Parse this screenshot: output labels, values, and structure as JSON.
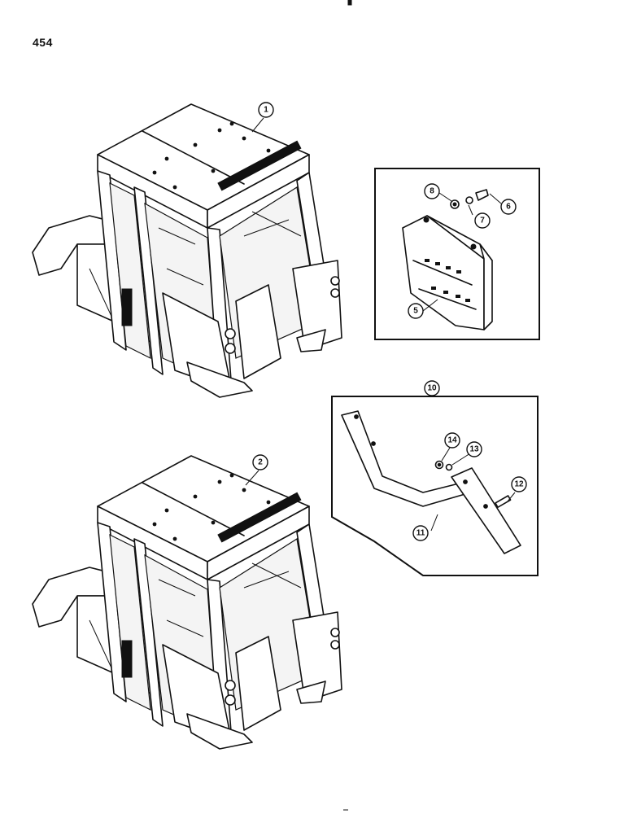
{
  "page": {
    "number": "454"
  },
  "callouts": [
    {
      "id": "c1",
      "label": "1"
    },
    {
      "id": "c2",
      "label": "2"
    },
    {
      "id": "c5",
      "label": "5"
    },
    {
      "id": "c6",
      "label": "6"
    },
    {
      "id": "c7",
      "label": "7"
    },
    {
      "id": "c8",
      "label": "8"
    },
    {
      "id": "c10",
      "label": "10"
    },
    {
      "id": "c11",
      "label": "11"
    },
    {
      "id": "c12",
      "label": "12"
    },
    {
      "id": "c13",
      "label": "13"
    },
    {
      "id": "c14",
      "label": "14"
    }
  ]
}
